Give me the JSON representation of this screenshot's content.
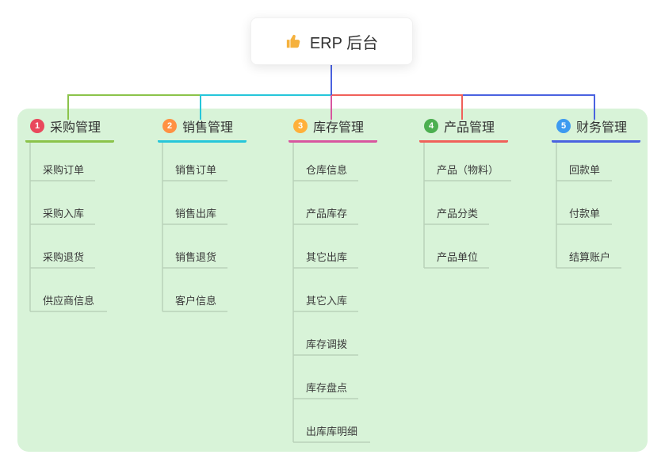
{
  "root": {
    "label": "ERP 后台",
    "icon": "thumbs-up-icon"
  },
  "branches": [
    {
      "num": "1",
      "label": "采购管理",
      "badge_color": "#e9485c",
      "line_color": "#8bc34a",
      "children": [
        "采购订单",
        "采购入库",
        "采购退货",
        "供应商信息"
      ]
    },
    {
      "num": "2",
      "label": "销售管理",
      "badge_color": "#ff9143",
      "line_color": "#26c6da",
      "children": [
        "销售订单",
        "销售出库",
        "销售退货",
        "客户信息"
      ]
    },
    {
      "num": "3",
      "label": "库存管理",
      "badge_color": "#ffb03a",
      "line_color": "#d8559f",
      "children": [
        "仓库信息",
        "产品库存",
        "其它出库",
        "其它入库",
        "库存调拨",
        "库存盘点",
        "出库库明细"
      ]
    },
    {
      "num": "4",
      "label": "产品管理",
      "badge_color": "#4caf50",
      "line_color": "#f0605a",
      "children": [
        "产品（物料）",
        "产品分类",
        "产品单位"
      ]
    },
    {
      "num": "5",
      "label": "财务管理",
      "badge_color": "#3d9af0",
      "line_color": "#4a62e0",
      "children": [
        "回款单",
        "付款单",
        "结算账户"
      ]
    }
  ],
  "colors": {
    "page_bg": "#ffffff",
    "panel_bg": "#d8f3d8",
    "root_stem": "#4a62e0",
    "child_line": "#b9d2b9",
    "title_text": "#333333",
    "child_text": "#3a3a3a"
  }
}
